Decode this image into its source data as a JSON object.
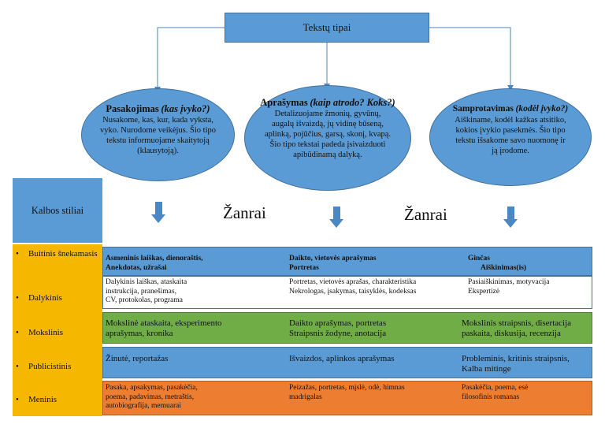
{
  "title": "Tekstų tipai",
  "ellipses": [
    {
      "heading": "Pasakojimas",
      "question": "(kas įvyko?)",
      "lines": [
        "Nusakome, kas, kur, kada vyksta,",
        "vyko. Nurodome veikėjus. Šio tipo",
        "tekstu informuojame skaitytoją",
        "(klausytoją)."
      ]
    },
    {
      "heading": "Aprašymas",
      "question": "(kaip atrodo? Koks?)",
      "lines": [
        "Detalizuojame žmonių, gyvūnų,",
        "augalų išvaizdą, jų vidinę būseną,",
        "aplinką, pojūčius, garsą, skonį, kvapą.",
        "Šio tipo tekstai padeda įsivaizduoti",
        "apibūdinamą dalyką."
      ]
    },
    {
      "heading": "Samprotavimas",
      "question": "(kodėl įvyko?)",
      "lines": [
        "Aiškiname, kodėl kažkas atsitiko,",
        "kokios įvykio pasekmės. Šio tipo",
        "tekstu išsakome savo nuomonę ir",
        "ją įrodome."
      ]
    }
  ],
  "genres_label_1": "Žanrai",
  "genres_label_2": "Žanrai",
  "styles_header": "Kalbos stiliai",
  "styles": [
    "Buitinis šnekamasis",
    "Dalykinis",
    "Mokslinis",
    "Publicistinis",
    "Meninis"
  ],
  "bullet": "•",
  "rows": [
    {
      "c1": [
        "Asmeninis laiškas, dienoraštis,",
        "Anekdotas, užrašai"
      ],
      "c2": [
        "Daikto, vietovės aprašymas",
        "Portretas"
      ],
      "c3": [
        "Ginčas",
        "Aiškinimas(is)"
      ]
    },
    {
      "c1": [
        "Dalykinis laiškas, ataskaita",
        "instrukcija, pranešimas,",
        "CV, protokolas, programa"
      ],
      "c2": [
        "Portretas, vietovės aprašas, charakteristika",
        "Nekrologas, įsakymas, taisyklės, kodeksas"
      ],
      "c3": [
        "Pasiaiškinimas, motyvacija",
        "Ekspertizė"
      ]
    },
    {
      "c1": [
        "Mokslinė ataskaita, eksperimento",
        "aprašymas, kronika"
      ],
      "c2": [
        "Daikto aprašymas, portretas",
        "Straipsnis žodyne, anotacija"
      ],
      "c3": [
        "Mokslinis straipsnis, disertacija",
        "paskaita, diskusija, recenzija"
      ]
    },
    {
      "c1": [
        "Žinutė, reportažas"
      ],
      "c2": [
        "Išvaizdos, aplinkos aprašymas"
      ],
      "c3": [
        "Probleminis, kritinis straipsnis,",
        "Kalba mitinge"
      ]
    },
    {
      "c1": [
        "Pasaka, apsakymas, pasakėčia,",
        "poema, padavimas, metraštis,",
        "autobiografija, memuarai"
      ],
      "c2": [
        "Peizažas, portretas, mįslė, odė, himnas",
        "madrigalas"
      ],
      "c3": [
        "Pasakėčia, poema, esė",
        "filosofinis romanas"
      ]
    }
  ],
  "colors": {
    "blue": "#5b9bd5",
    "green": "#70ad47",
    "orange": "#ed7d31",
    "yellow": "#f5b700",
    "connector": "#4a87c3"
  }
}
